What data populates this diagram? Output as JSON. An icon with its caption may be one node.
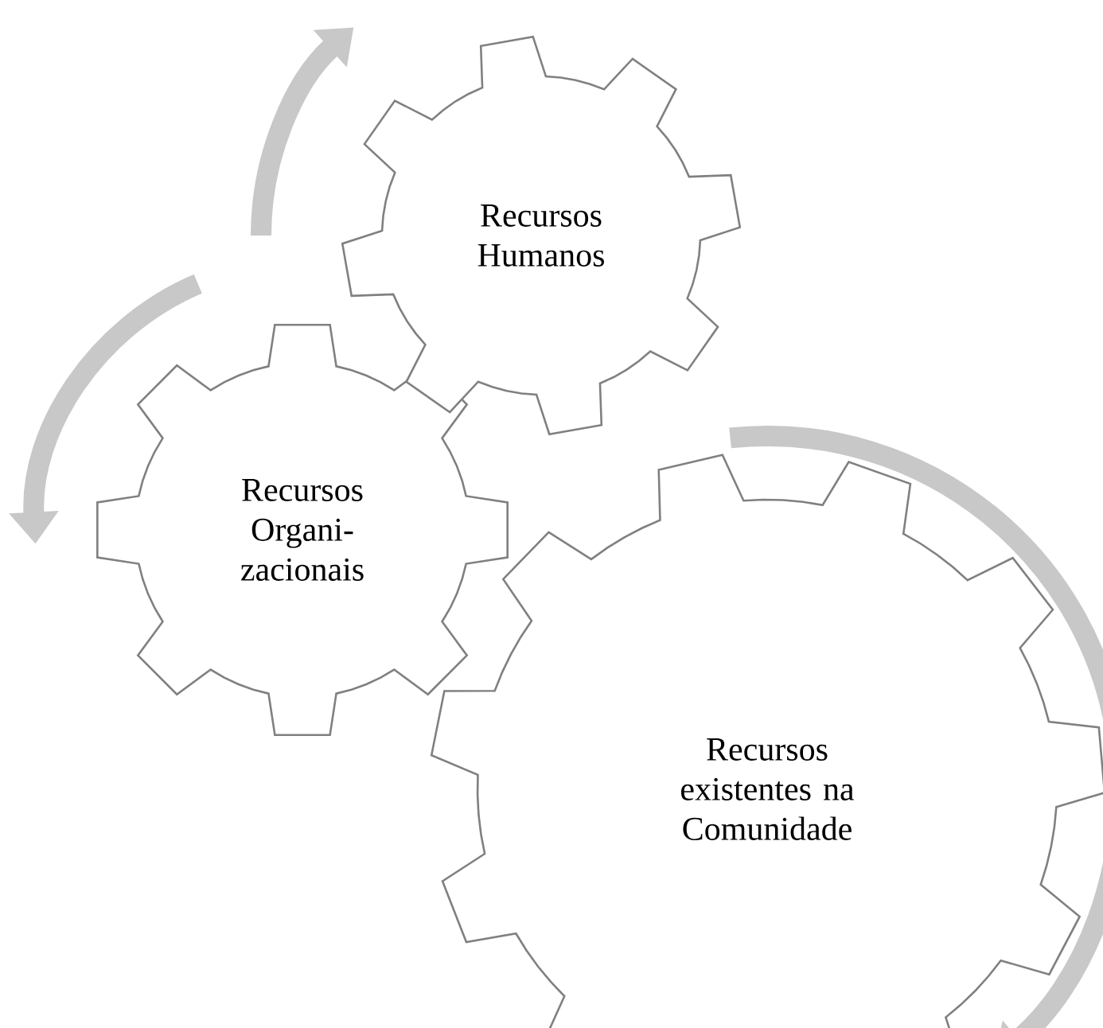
{
  "diagram": {
    "nodes": [
      {
        "text": [
          "Recursos Humanos"
        ]
      },
      {
        "text": [
          "Recursos Organi-zacionais"
        ]
      },
      {
        "text": [
          "Recursos existentes na Comunidade"
        ]
      }
    ]
  }
}
